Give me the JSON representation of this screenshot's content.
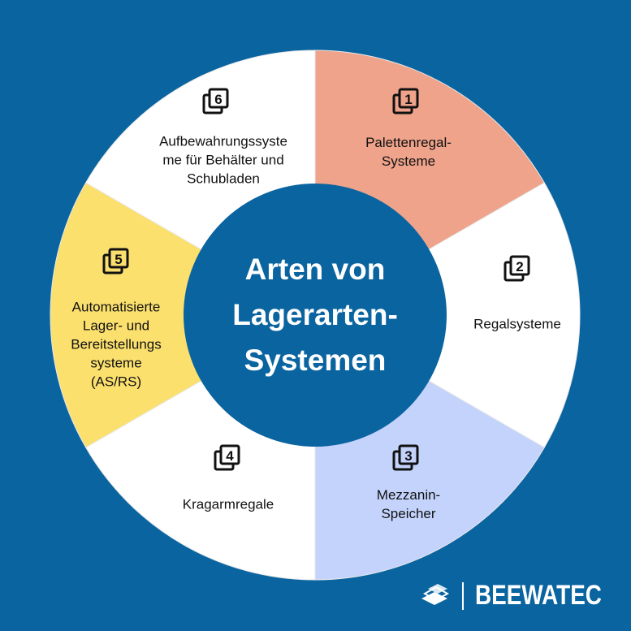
{
  "title": "Arten von Lagerarten-Systemen",
  "colors": {
    "background": "#0a64a0",
    "segment_1": "#eea38a",
    "segment_3": "#c4d3fb",
    "segment_5": "#fbe06e",
    "segment_default": "#ffffff",
    "center": "#0a64a0"
  },
  "segments": [
    {
      "number": "1",
      "label": "Palettenregal-\nSysteme",
      "color": "#eea38a",
      "icon": "numbered-stack-icon"
    },
    {
      "number": "2",
      "label": "Regalsysteme",
      "color": "#ffffff",
      "icon": "numbered-stack-icon"
    },
    {
      "number": "3",
      "label": "Mezzanin-\nSpeicher",
      "color": "#c4d3fb",
      "icon": "numbered-stack-icon"
    },
    {
      "number": "4",
      "label": "Kragarmregale",
      "color": "#ffffff",
      "icon": "numbered-stack-icon"
    },
    {
      "number": "5",
      "label": "Automatisierte\nLager- und\nBereitstellungs\nsysteme\n(AS/RS)",
      "color": "#fbe06e",
      "icon": "numbered-stack-icon"
    },
    {
      "number": "6",
      "label": "Aufbewahrungssyste\nme für Behälter und\nSchubladen",
      "color": "#ffffff",
      "icon": "numbered-stack-icon"
    }
  ],
  "brand": {
    "name": "BEEWATEC",
    "logo": "beewatec-logo-icon"
  }
}
